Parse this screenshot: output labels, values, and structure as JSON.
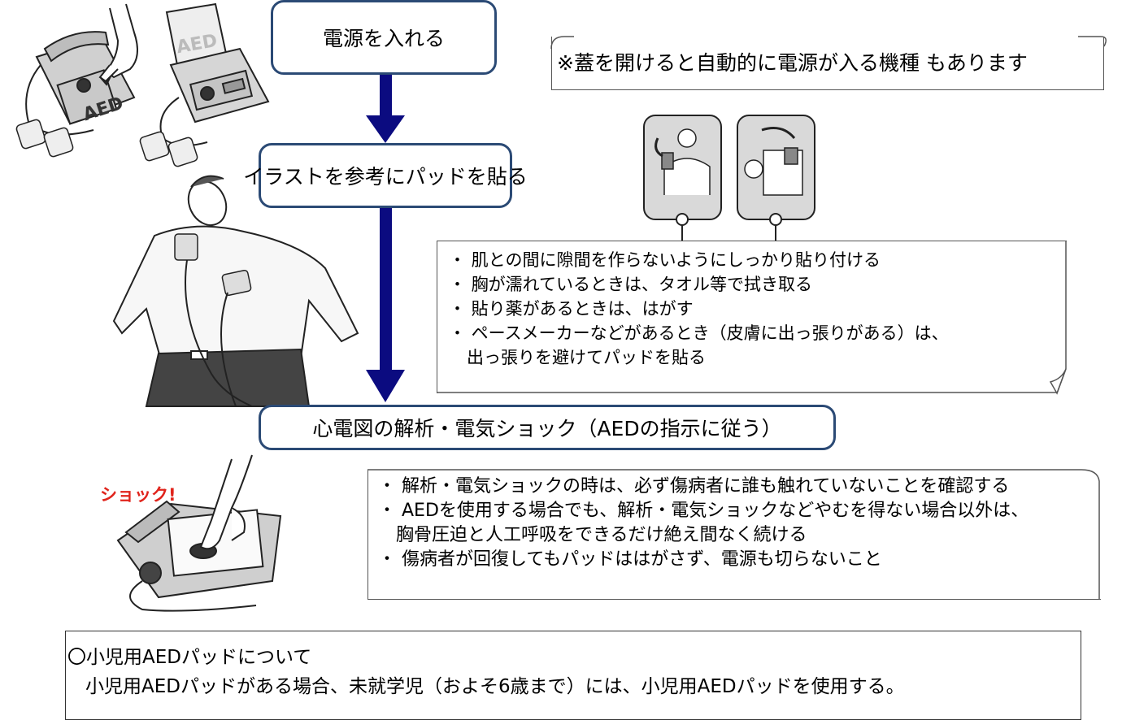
{
  "steps": {
    "power_on": "電源を入れる",
    "attach_pads": "イラストを参考にパッドを貼る",
    "analysis_shock": "心電図の解析・電気ショック（AEDの指示に従う）"
  },
  "notes": {
    "auto_power": "※蓋を開けると自動的に電源が入る機種 もあります",
    "pad_tips": [
      "・ 肌との間に隙間を作らないようにしっかり貼り付ける",
      "・ 胸が濡れているときは、タオル等で拭き取る",
      "・ 貼り薬があるときは、はがす",
      "・ ペースメーカーなどがあるとき（皮膚に出っ張りがある）は、",
      "出っ張りを避けてパッドを貼る"
    ],
    "shock_tips": [
      "・ 解析・電気ショックの時は、必ず傷病者に誰も触れていないことを確認する",
      "・ AEDを使用する場合でも、解析・電気ショックなどやむを得ない場合以外は、",
      "胸骨圧迫と人工呼吸をできるだけ絶え間なく続ける",
      "・ 傷病者が回復してもパッドははがさず、電源も切らないこと"
    ]
  },
  "labels": {
    "shock": "ショック!",
    "aed_device_text": "AED",
    "aed_lid_text": "AED"
  },
  "pediatric": {
    "title": "〇小児用AEDパッドについて",
    "text": "小児用AEDパッドがある場合、未就学児（およそ6歳まで）には、小児用AEDパッドを使用する。"
  },
  "colors": {
    "arrow": "#0b0b80",
    "step_border": "#2b4a75",
    "shock_text": "#e0241c"
  }
}
